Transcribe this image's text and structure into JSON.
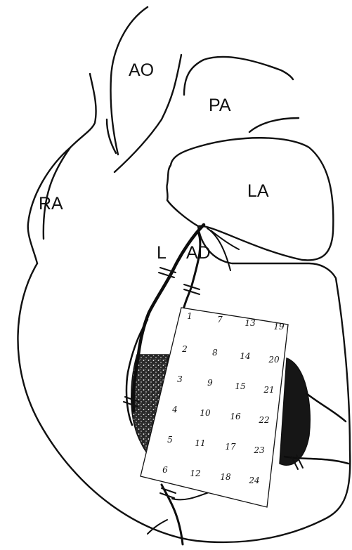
{
  "labels": {
    "aorta": "AO",
    "pulmonary_artery": "PA",
    "right_atrium": "RA",
    "left_atrium": "LA",
    "lad_part1": "L",
    "lad_part2": "AD"
  },
  "grid": {
    "sites": [
      "1",
      "2",
      "3",
      "4",
      "5",
      "6",
      "7",
      "8",
      "9",
      "10",
      "11",
      "12",
      "13",
      "14",
      "15",
      "16",
      "17",
      "18",
      "19",
      "20",
      "21",
      "22",
      "23",
      "24"
    ]
  },
  "colors": {
    "ink": "#111111",
    "infarct": "#1a1a1a",
    "grid_fill": "#ffffff"
  }
}
